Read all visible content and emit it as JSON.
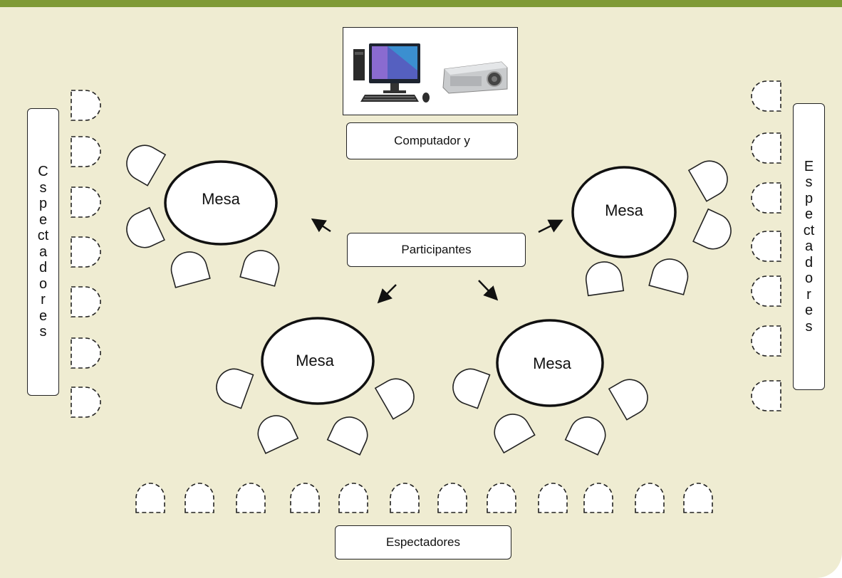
{
  "title_box": {
    "label": "Computador y"
  },
  "participants_box": {
    "label": "Participantes"
  },
  "bottom_spectators": {
    "label": "Espectadores"
  },
  "left_spectators": {
    "letters": [
      "C",
      "s",
      "p",
      "e",
      "ct",
      "a",
      "d",
      "o",
      "r",
      "e",
      "s"
    ]
  },
  "right_spectators": {
    "letters": [
      "E",
      "s",
      "p",
      "e",
      "ct",
      "a",
      "d",
      "o",
      "r",
      "e",
      "s"
    ]
  },
  "tables": [
    {
      "label": "Mesa"
    },
    {
      "label": "Mesa"
    },
    {
      "label": "Mesa"
    },
    {
      "label": "Mesa"
    }
  ],
  "colors": {
    "background": "#efecd2",
    "top_bar": "#7f9a36",
    "outline": "#222222",
    "seat_fill": "#ffffff"
  },
  "icons": [
    "desktop-computer-icon",
    "projector-icon"
  ]
}
